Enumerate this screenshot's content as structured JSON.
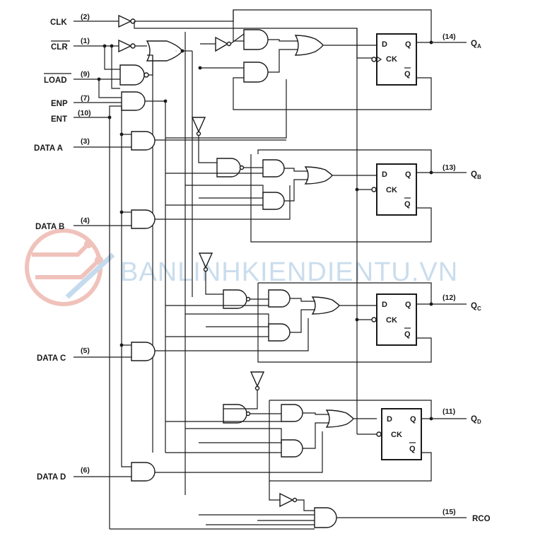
{
  "inputs": {
    "clk": {
      "name": "CLK",
      "pin": "(2)"
    },
    "clr": {
      "name": "CLR",
      "pin": "(1)"
    },
    "load": {
      "name": "LOAD",
      "pin": "(9)"
    },
    "enp": {
      "name": "ENP",
      "pin": "(7)"
    },
    "ent": {
      "name": "ENT",
      "pin": "(10)"
    },
    "data_a": {
      "name": "DATA A",
      "pin": "(3)"
    },
    "data_b": {
      "name": "DATA B",
      "pin": "(4)"
    },
    "data_c": {
      "name": "DATA C",
      "pin": "(5)"
    },
    "data_d": {
      "name": "DATA D",
      "pin": "(6)"
    }
  },
  "outputs": {
    "qa": {
      "name": "Q",
      "sub": "A",
      "pin": "(14)"
    },
    "qb": {
      "name": "Q",
      "sub": "B",
      "pin": "(13)"
    },
    "qc": {
      "name": "Q",
      "sub": "C",
      "pin": "(12)"
    },
    "qd": {
      "name": "Q",
      "sub": "D",
      "pin": "(11)"
    },
    "rco": {
      "name": "RCO",
      "pin": "(15)"
    }
  },
  "flipflop": {
    "d": "D",
    "q": "Q",
    "ck": "CK",
    "qbar": "Q"
  },
  "watermark": "BANLINHKIENDIENTU.VN"
}
